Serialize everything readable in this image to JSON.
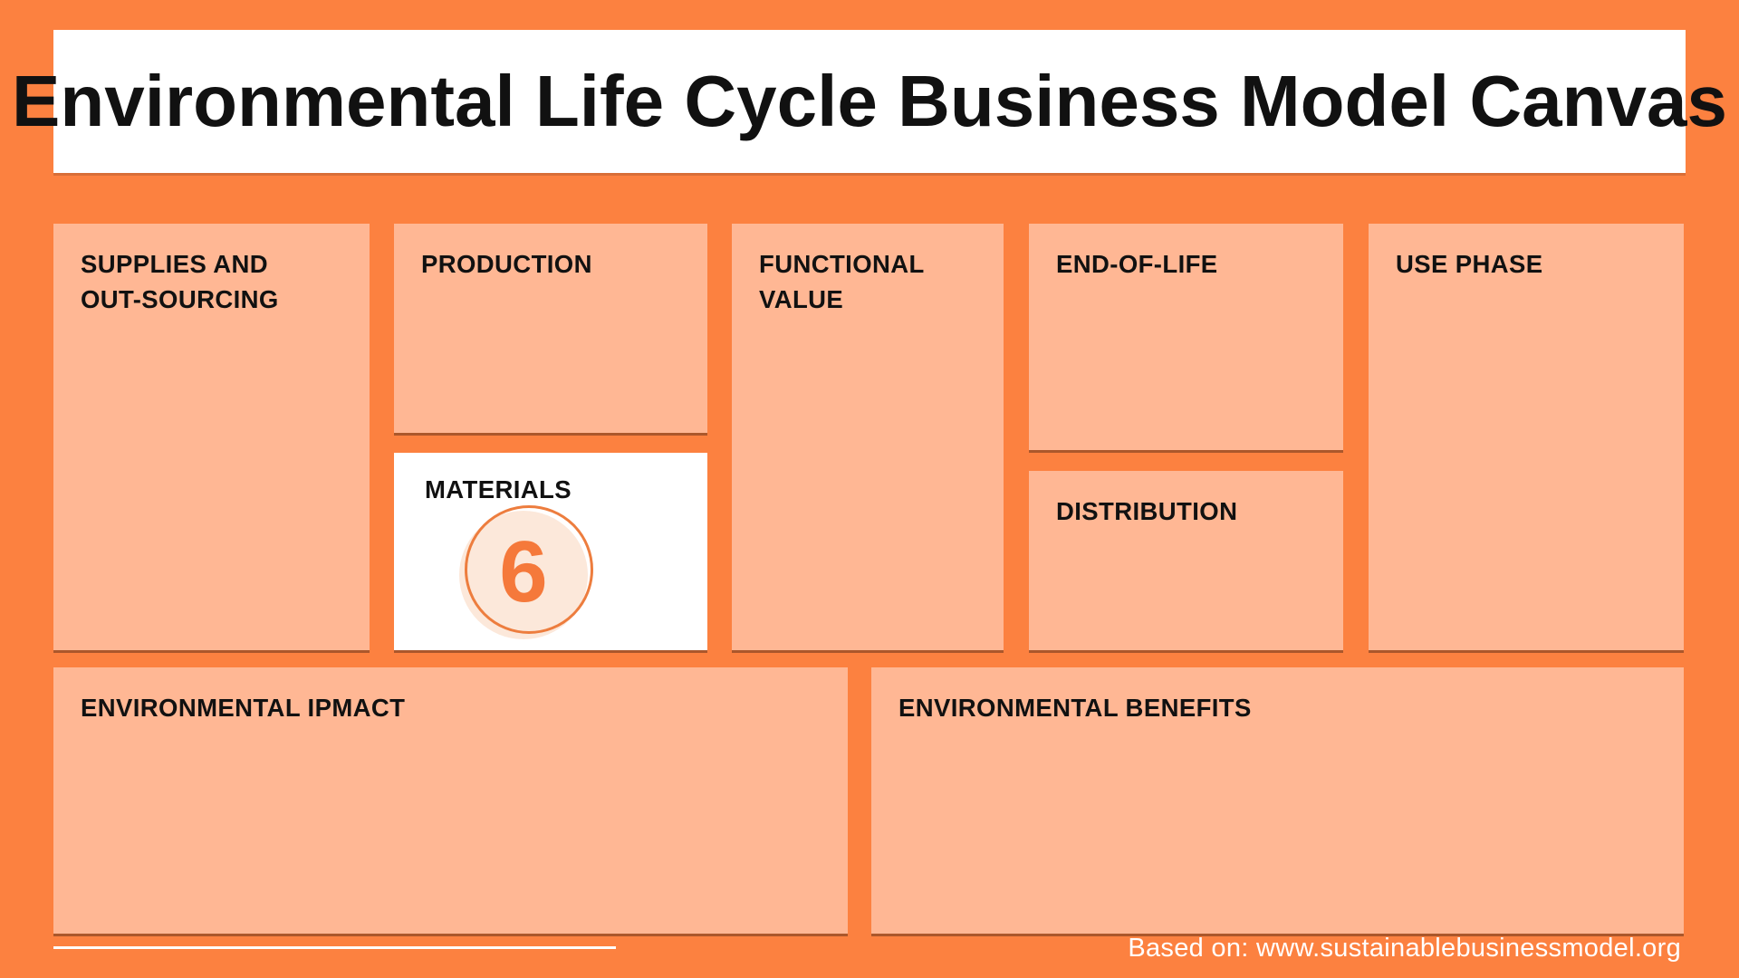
{
  "title": "Environmental Life Cycle Business Model Canvas",
  "boxes": {
    "supplies": {
      "label_lines": [
        "SUPPLIES AND",
        "OUT-SOURCING"
      ]
    },
    "production": {
      "label": "PRODUCTION"
    },
    "materials": {
      "label": "MATERIALS",
      "count": "6"
    },
    "functional_value": {
      "label": "FUNCTIONAL VALUE"
    },
    "end_of_life": {
      "label": "END-OF-LIFE"
    },
    "distribution": {
      "label": "DISTRIBUTION"
    },
    "use_phase": {
      "label": "USE PHASE"
    },
    "environmental_impact": {
      "label": "ENVIRONMENTAL IPMACT"
    },
    "environmental_benefits": {
      "label": "ENVIRONMENTAL BENEFITS"
    }
  },
  "footer": {
    "credit": "Based on: www.sustainablebusinessmodel.org"
  },
  "colors": {
    "background": "#FC8140",
    "card": "#FFB794",
    "card_white": "#FFFFFF",
    "ink": "#111111",
    "accent": "#F5793B",
    "badge_fill": "#FCE8DA",
    "badge_ring": "#ED7D3E",
    "footer_ink": "#FFFFFF"
  }
}
